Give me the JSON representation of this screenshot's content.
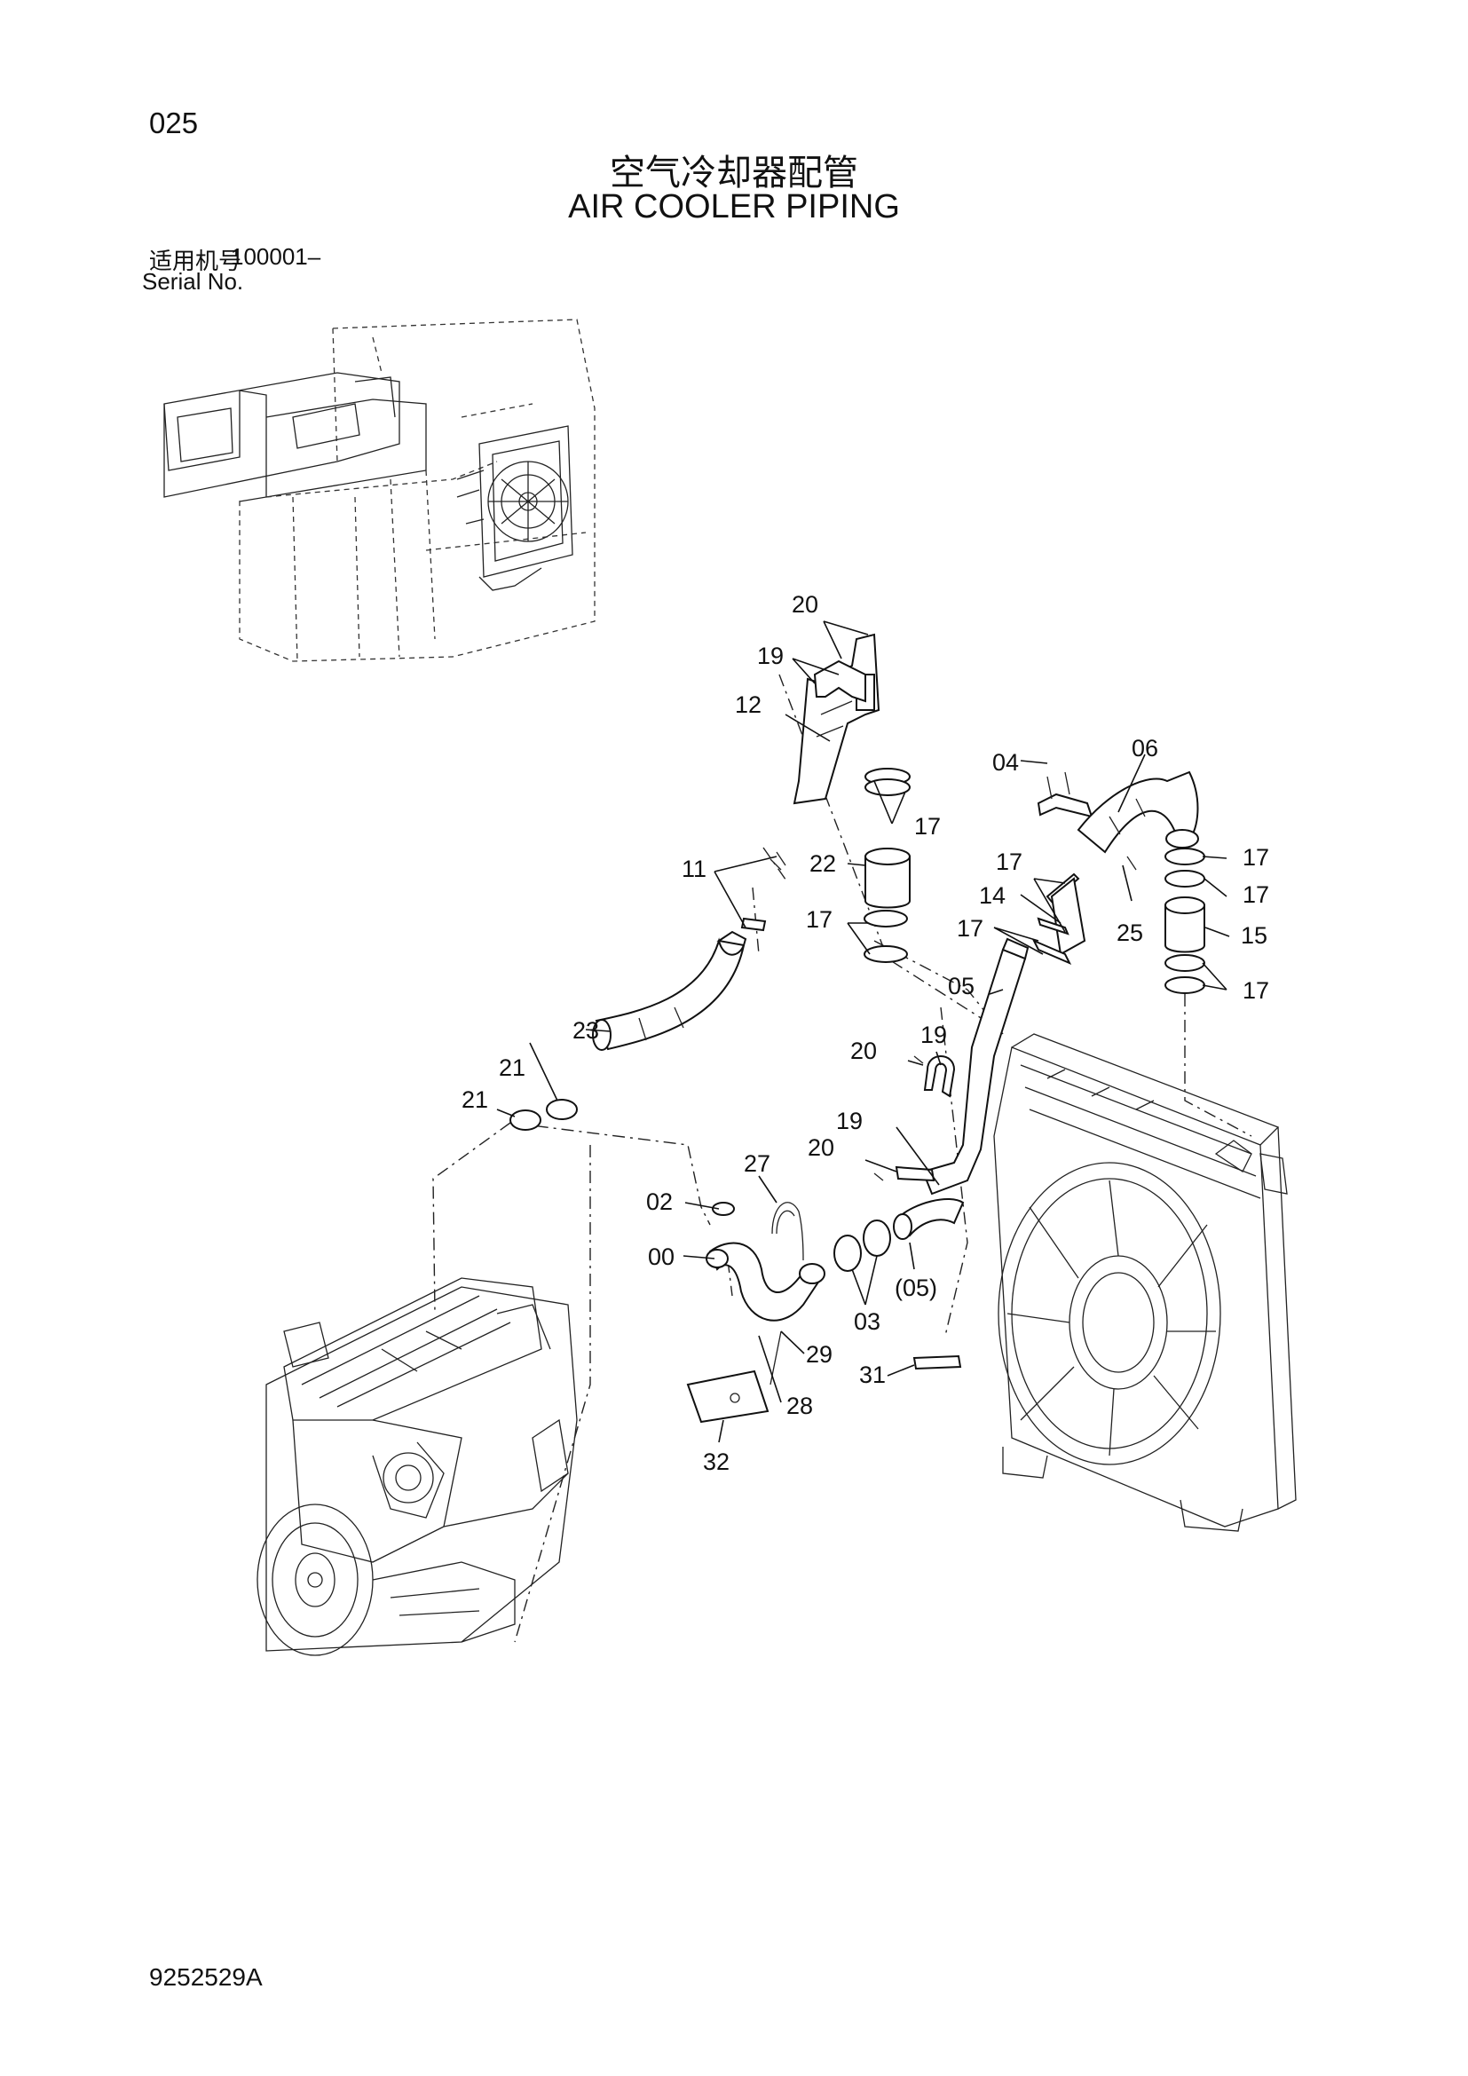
{
  "page_number": "025",
  "title_cn": "空气冷却器配管",
  "title_en": "AIR COOLER PIPING",
  "serial": {
    "label_cn": "适用机号",
    "value": "100001–",
    "label_en": "Serial No."
  },
  "document_number": "9252529A",
  "callouts": {
    "c20a": "20",
    "c19a": "19",
    "c12": "12",
    "c17a": "17",
    "c22": "22",
    "c11": "11",
    "c17b": "17",
    "c23": "23",
    "c21a": "21",
    "c21b": "21",
    "c04": "04",
    "c06": "06",
    "c17c": "17",
    "c17d": "17",
    "c14": "14",
    "c17e": "17",
    "c25": "25",
    "c15": "15",
    "c17f": "17",
    "c17g": "17",
    "c05": "05",
    "c20b": "20",
    "c19b": "19",
    "c19c": "19",
    "c20c": "20",
    "c27": "27",
    "c02": "02",
    "c00": "00",
    "c05p": "(05)",
    "c03": "03",
    "c29": "29",
    "c31": "31",
    "c28": "28",
    "c32": "32"
  }
}
